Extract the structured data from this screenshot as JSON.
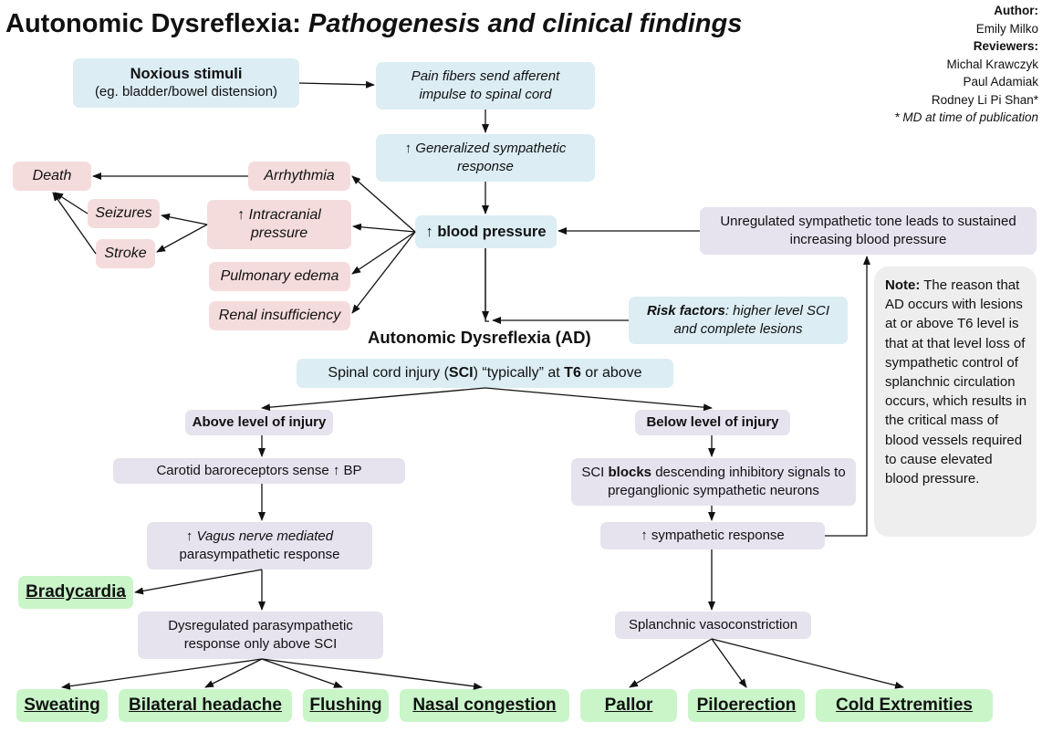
{
  "title": {
    "main": "Autonomic Dysreflexia:",
    "sub": "Pathogenesis and clinical findings"
  },
  "credits": {
    "author_label": "Author",
    "author": "Emily Milko",
    "reviewers_label": "Reviewers",
    "reviewers": [
      "Michal Krawczyk",
      "Paul Adamiak",
      "Rodney Li Pi Shan*"
    ],
    "footnote": "* MD at time of publication"
  },
  "nodes": {
    "noxious_title": "Noxious stimuli",
    "noxious_sub": "(eg. bladder/bowel distension)",
    "pain_fibers": "Pain fibers send afferent impulse to spinal cord",
    "sympathetic": "↑ Generalized sympathetic response",
    "bp": "↑ blood pressure",
    "unregulated": "Unregulated sympathetic tone leads to sustained increasing blood pressure",
    "arrhythmia": "Arrhythmia",
    "death": "Death",
    "seizures": "Seizures",
    "stroke": "Stroke",
    "icp": "↑ Intracranial pressure",
    "pulm": "Pulmonary edema",
    "renal": "Renal insufficiency",
    "risk_label": "Risk factors",
    "risk_text": ": higher level SCI and complete lesions",
    "ad": "Autonomic Dysreflexia (AD)",
    "sci_pre": "Spinal cord injury (",
    "sci_bold": "SCI",
    "sci_mid": ") “typically” at ",
    "sci_t6": "T6",
    "sci_post": " or above",
    "above": "Above level of injury",
    "below": "Below level of injury",
    "carotid": "Carotid baroreceptors sense ↑ BP",
    "vagus_it": "↑ Vagus nerve mediated",
    "vagus_rest": "parasympathetic response",
    "bradycardia": "Bradycardia",
    "dysreg": "Dysregulated parasympathetic response only above SCI",
    "sci_blocks_pre": "SCI ",
    "sci_blocks_bold": "blocks",
    "sci_blocks_post": " descending inhibitory signals to preganglionic sympathetic neurons",
    "symp_resp": "↑ sympathetic response",
    "splanchnic": "Splanchnic vasoconstriction",
    "sweating": "Sweating",
    "headache": "Bilateral headache",
    "flushing": "Flushing",
    "nasal": "Nasal congestion",
    "pallor": "Pallor",
    "pilo": "Piloerection",
    "cold": "Cold Extremities"
  },
  "note": {
    "label": "Note:",
    "text": " The reason that AD occurs with lesions at or above T6 level is that at that level loss of sympathetic control of splanchnic circulation occurs, which results in the critical mass of blood vessels required to cause elevated blood pressure."
  },
  "colors": {
    "blue": "#dcedf4",
    "pink": "#f5dcdc",
    "lavender": "#e6e2ee",
    "green": "#c9f5c9",
    "note": "#eeeeee"
  }
}
